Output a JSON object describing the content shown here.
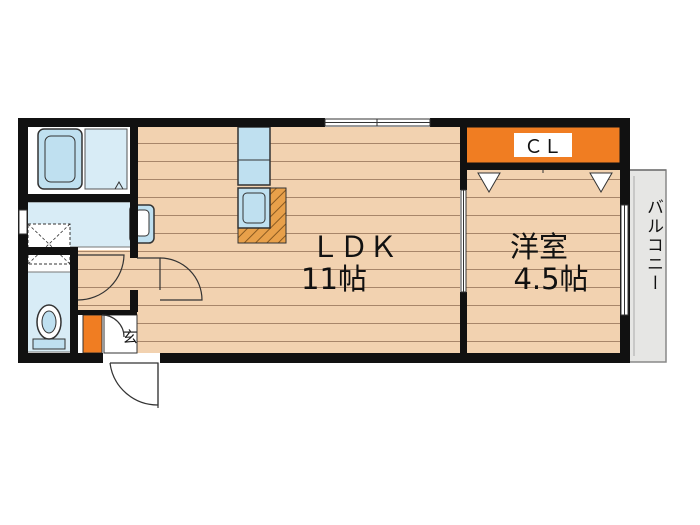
{
  "rooms": {
    "ldk": {
      "name": "ＬＤＫ",
      "size": "11帖"
    },
    "western": {
      "name": "洋室",
      "size": "4.5帖"
    },
    "closet": {
      "name": "ＣＬ"
    },
    "entrance": {
      "name": "玄"
    },
    "balcony": {
      "name": "バルコニー"
    }
  },
  "colors": {
    "wall": "#111111",
    "floor": "#f2d2b0",
    "floor_line": "#a8866a",
    "fixture": "#bfe0f0",
    "closet": "#f07d22",
    "balcony": "#e6e6e4",
    "kitchen_counter": "#c9923a"
  }
}
